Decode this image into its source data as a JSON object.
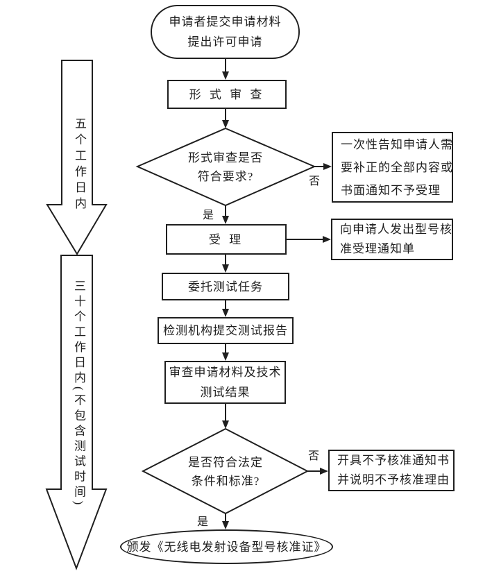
{
  "page": {
    "background": "#ffffff",
    "line_color": "#1f1f1f"
  },
  "timeline": {
    "arrow1": {
      "label": "五个工作日内"
    },
    "arrow2": {
      "label": "三十个工作日内(不包含测试时间)"
    }
  },
  "nodes": {
    "start": {
      "lines": [
        "申请者提交申请材料",
        "提出许可申请"
      ]
    },
    "formal_review": {
      "label": "形 式 审 查"
    },
    "decision_formal": {
      "lines": [
        "形式审查是否",
        "符合要求?"
      ]
    },
    "notice_correct": {
      "lines": [
        "一次性告知申请人需",
        "要补正的全部内容或",
        "书面通知不予受理"
      ]
    },
    "accept": {
      "label": "受 理"
    },
    "notice_accept": {
      "lines": [
        "向申请人发出型号核",
        "准受理通知单"
      ]
    },
    "entrust_test": {
      "label": "委托测试任务"
    },
    "submit_report": {
      "label": "检测机构提交测试报告"
    },
    "review_materials": {
      "lines": [
        "审查申请材料及技术",
        "测试结果"
      ]
    },
    "decision_legal": {
      "lines": [
        "是否符合法定",
        "条件和标准?"
      ]
    },
    "notice_reject": {
      "lines": [
        "开具不予核准通知书",
        "并说明不予核准理由"
      ]
    },
    "end": {
      "label": "颁发《无线电发射设备型号核准证》"
    }
  },
  "edge_labels": {
    "no_formal": "否",
    "yes_formal": "是",
    "no_legal": "否",
    "yes_legal": "是"
  }
}
